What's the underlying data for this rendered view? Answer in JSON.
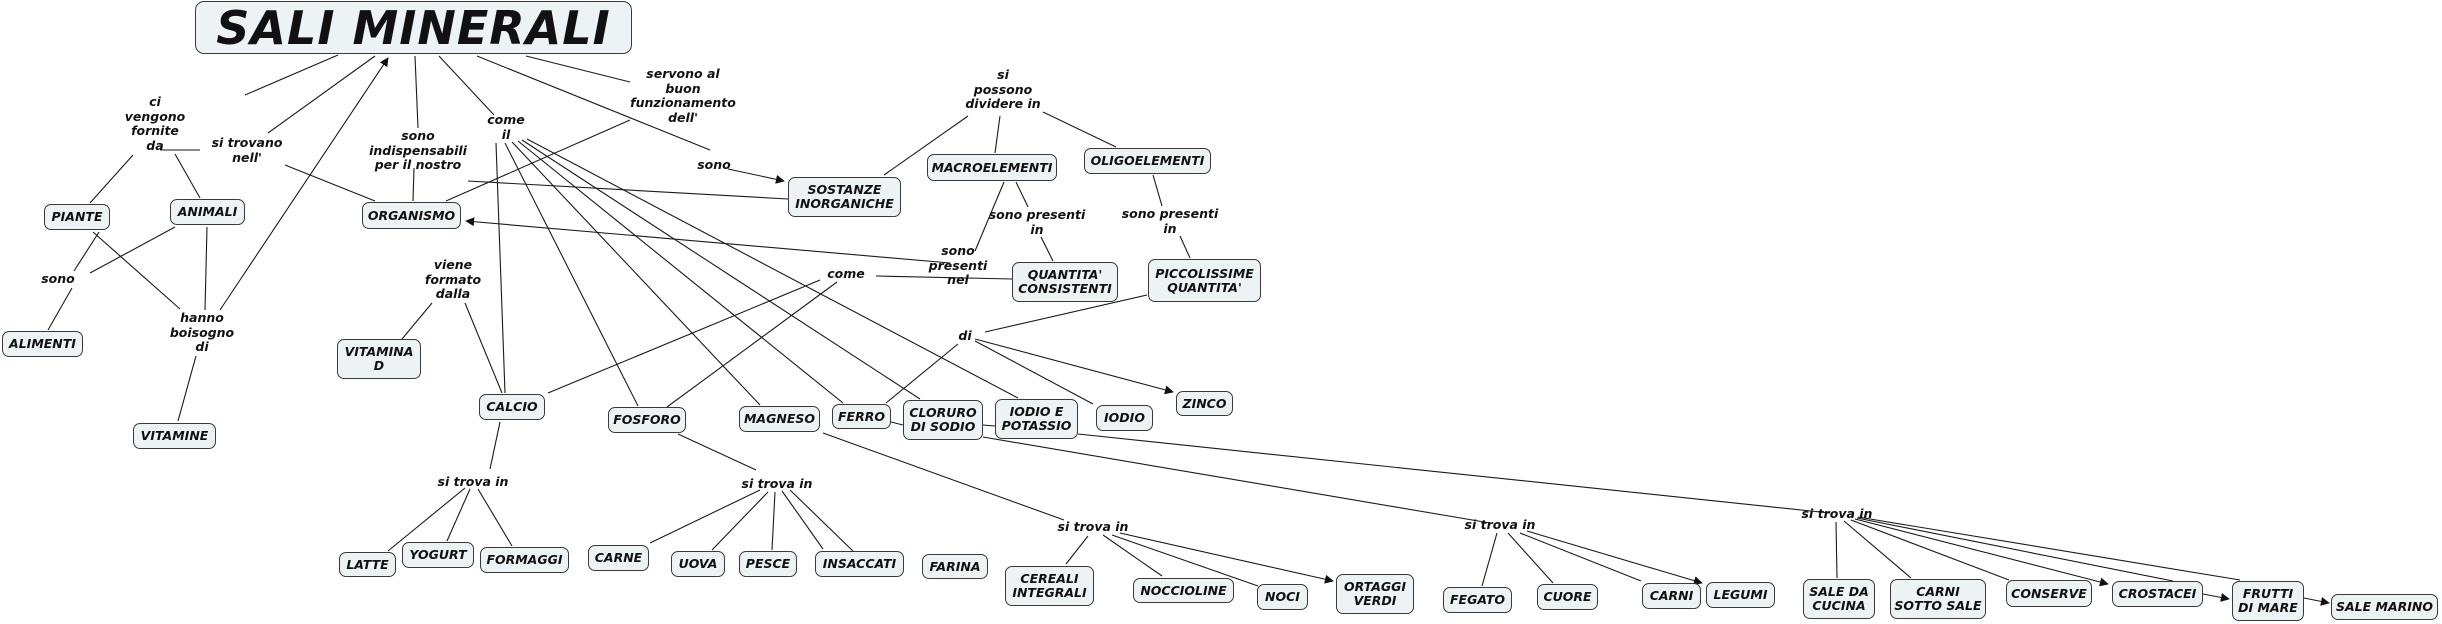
{
  "map_title": "SALI MINERALI",
  "colors": {
    "node_fill": "#edf2f5",
    "node_border": "#3a3a3a",
    "line": "#1a1a1a",
    "background": "#ffffff"
  },
  "concepts": {
    "sali_minerali": "SALI MINERALI",
    "piante": "PIANTE",
    "animali": "ANIMALI",
    "alimenti": "ALIMENTI",
    "vitamine": "VITAMINE",
    "organismo": "ORGANISMO",
    "vitamina_d": "VITAMINA\nD",
    "sostanze_inorganiche": "SOSTANZE\nINORGANICHE",
    "macroelementi": "MACROELEMENTI",
    "oligoelementi": "OLIGOELEMENTI",
    "quantita_consistenti": "QUANTITA'\nCONSISTENTI",
    "piccolissime_quantita": "PICCOLISSIME\nQUANTITA'",
    "calcio": "CALCIO",
    "fosforo": "FOSFORO",
    "magneso": "MAGNESO",
    "ferro": "FERRO",
    "cloruro_di_sodio": "CLORURO\nDI SODIO",
    "iodio_e_potassio": "IODIO E\nPOTASSIO",
    "iodio": "IODIO",
    "zinco": "ZINCO",
    "latte": "LATTE",
    "yogurt": "YOGURT",
    "formaggi": "FORMAGGI",
    "carne": "CARNE",
    "uova": "UOVA",
    "pesce": "PESCE",
    "insaccati": "INSACCATI",
    "farina": "FARINA",
    "cereali_integrali": "CEREALI\nINTEGRALI",
    "noccioline": "NOCCIOLINE",
    "noci": "NOCI",
    "ortaggi_verdi": "ORTAGGI\nVERDI",
    "fegato": "FEGATO",
    "cuore": "CUORE",
    "carni": "CARNI",
    "legumi": "LEGUMI",
    "sale_da_cucina": "SALE DA\nCUCINA",
    "carni_sotto_sale": "CARNI\nSOTTO SALE",
    "conserve": "CONSERVE",
    "crostacei": "CROSTACEI",
    "frutti_di_mare": "FRUTTI\nDI MARE",
    "sale_marino": "SALE MARINO"
  },
  "linking_phrases": {
    "ci_vengono_fornite_da": "ci\nvengono\nfornite\nda",
    "si_trovano_nell": "si trovano\nnell'",
    "sono_indispensabili": "sono\nindispensabili\nper il nostro",
    "come_il": "come\nil",
    "servono_al_buon": "servono al\nbuon\nfunzionamento\ndell'",
    "sono_sostanze": "sono",
    "sono_alimenti": "sono",
    "hanno_boisogno_di": "hanno\nboisogno\ndi",
    "viene_formato_dalla": "viene\nformato\ndalla",
    "si_possono_dividere_in": "si\npossono\ndividere in",
    "sono_presenti_in_macro": "sono presenti\nin",
    "sono_presenti_in_oligo": "sono presenti\nin",
    "sono_presenti_nel": "sono\npresenti\nnel",
    "come": "come",
    "di": "di",
    "si_trova_in_calcio": "si trova in",
    "si_trova_in_fosforo": "si trova in",
    "si_trova_in_magneso": "si trova in",
    "si_trova_in_ferro": "si trova in",
    "si_trova_in_cloruro": "si trova in"
  }
}
